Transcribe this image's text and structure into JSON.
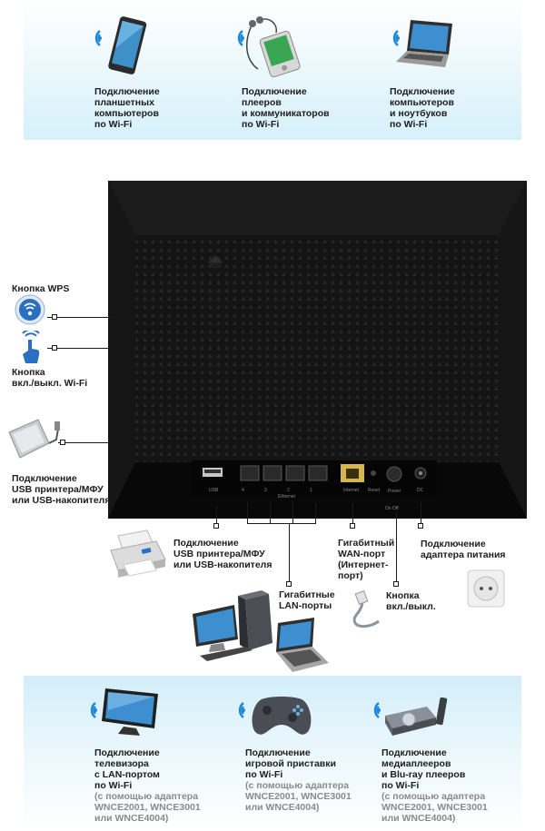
{
  "top_devices": [
    {
      "lines": [
        "Подключение",
        "планшетных",
        "компьютеров",
        "по Wi-Fi"
      ],
      "icon": "tablet-icon"
    },
    {
      "lines": [
        "Подключение",
        "плееров",
        "и коммуникаторов",
        "по Wi-Fi"
      ],
      "icon": "media-player-icon"
    },
    {
      "lines": [
        "Подключение",
        "компьютеров",
        "и ноутбуков",
        "по Wi-Fi"
      ],
      "icon": "laptop-icon"
    }
  ],
  "left_buttons": {
    "wps_label": "Кнопка WPS",
    "wifi_toggle_lines": [
      "Кнопка",
      "вкл./выкл. Wi-Fi"
    ],
    "usb_side_lines": [
      "Подключение",
      "USB принтера/МФУ",
      "или USB-накопителя"
    ]
  },
  "router_panel": {
    "usb": "USB",
    "ethernet": "Ethernet",
    "ports": [
      "4",
      "3",
      "2",
      "1"
    ],
    "internet": "Internet",
    "reset": "Reset",
    "power": "Power",
    "on_off": "On  Off",
    "dc": "DC"
  },
  "port_labels": {
    "usb_printer_lines": [
      "Подключение",
      "USB принтера/МФУ",
      "или USB-накопителя"
    ],
    "lan_lines": [
      "Гигабитные",
      "LAN-порты"
    ],
    "wan_lines": [
      "Гигабитный",
      "WAN-порт",
      "(Интернет-",
      "порт)"
    ],
    "power_button_lines": [
      "Кнопка",
      "вкл./выкл."
    ],
    "power_adapter_lines": [
      "Подключение",
      "адаптера питания"
    ]
  },
  "bottom_devices": [
    {
      "lines": [
        "Подключение",
        "телевизора",
        "с LAN-портом",
        "по Wi-Fi"
      ],
      "note_lines": [
        "(с помощью адаптера",
        "WNCE2001, WNCE3001",
        "или WNCE4004)"
      ],
      "icon": "tv-icon"
    },
    {
      "lines": [
        "Подключение",
        "игровой приставки",
        "по Wi-Fi"
      ],
      "note_lines": [
        "(с помощью адаптера",
        "WNCE2001, WNCE3001",
        "или WNCE4004)"
      ],
      "icon": "gamepad-icon"
    },
    {
      "lines": [
        "Подключение",
        "медиаплееров",
        "и Blu-ray плееров",
        "по Wi-Fi"
      ],
      "note_lines": [
        "(с помощью адаптера",
        "WNCE2001, WNCE3001",
        "или WNCE4004)"
      ],
      "icon": "bluray-player-icon"
    }
  ],
  "colors": {
    "router": "#111111",
    "band": "#d6f0fa",
    "wifi": "#1e88d8",
    "button_blue": "#2a6fc0",
    "ethernet_port": "#d6b54a"
  }
}
